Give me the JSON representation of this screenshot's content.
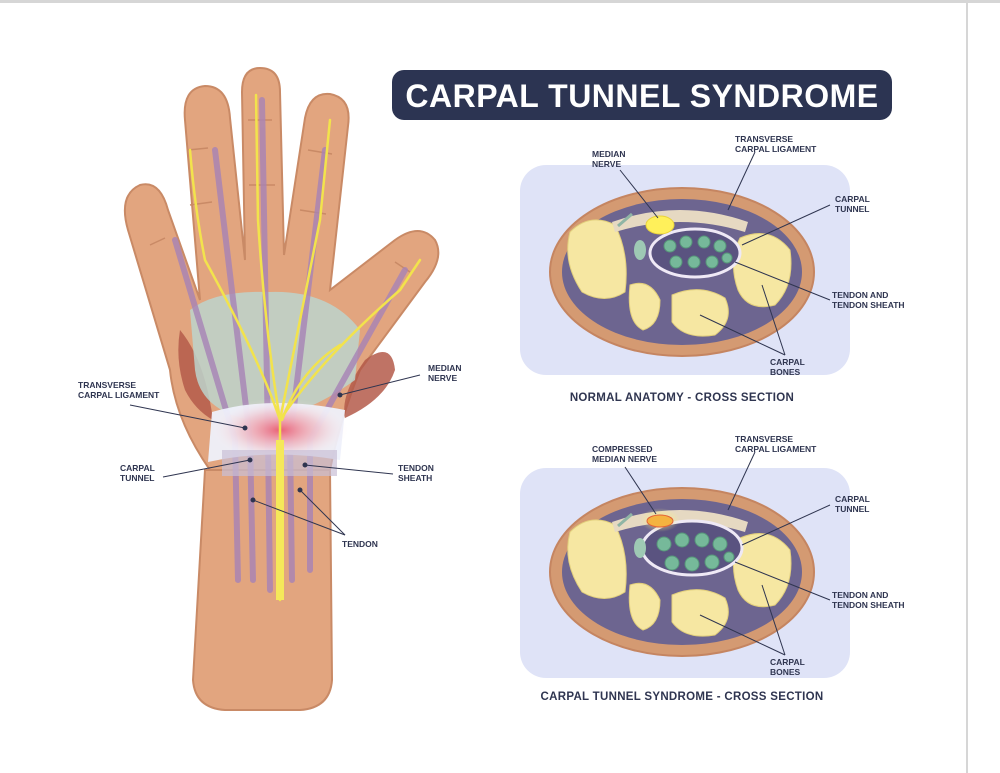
{
  "title": "CARPAL TUNNEL SYNDROME",
  "hand_labels": {
    "median_nerve": [
      "MEDIAN",
      "NERVE"
    ],
    "transverse_carpal_ligament": [
      "TRANSVERSE",
      "CARPAL LIGAMENT"
    ],
    "carpal_tunnel": [
      "CARPAL",
      "TUNNEL"
    ],
    "tendon_sheath": [
      "TENDON",
      "SHEATH"
    ],
    "tendon": [
      "TENDON"
    ]
  },
  "normal_section": {
    "caption": "NORMAL ANATOMY - CROSS SECTION",
    "labels": {
      "median_nerve": [
        "MEDIAN",
        "NERVE"
      ],
      "transverse_carpal_ligament": [
        "TRANSVERSE",
        "CARPAL LIGAMENT"
      ],
      "carpal_tunnel": [
        "CARPAL",
        "TUNNEL"
      ],
      "tendon_and_sheath": [
        "TENDON AND",
        "TENDON SHEATH"
      ],
      "carpal_bones": [
        "CARPAL",
        "BONES"
      ]
    }
  },
  "syndrome_section": {
    "caption": "CARPAL TUNNEL SYNDROME - CROSS SECTION",
    "labels": {
      "compressed_median_nerve": [
        "COMPRESSED",
        "MEDIAN NERVE"
      ],
      "transverse_carpal_ligament": [
        "TRANSVERSE",
        "CARPAL LIGAMENT"
      ],
      "carpal_tunnel": [
        "CARPAL",
        "TUNNEL"
      ],
      "tendon_and_sheath": [
        "TENDON AND",
        "TENDON SHEATH"
      ],
      "carpal_bones": [
        "CARPAL",
        "BONES"
      ]
    }
  },
  "colors": {
    "skin": "#e2a57f",
    "skin_outline": "#c98a66",
    "nerve": "#f2e34c",
    "title_bg": "#2c3452",
    "section_bg": "#dfe3f7",
    "bone": "#f6e7a2",
    "tunnel": "#6d6590",
    "tendon": "#76b99a",
    "inflammation": "#e8324a"
  }
}
